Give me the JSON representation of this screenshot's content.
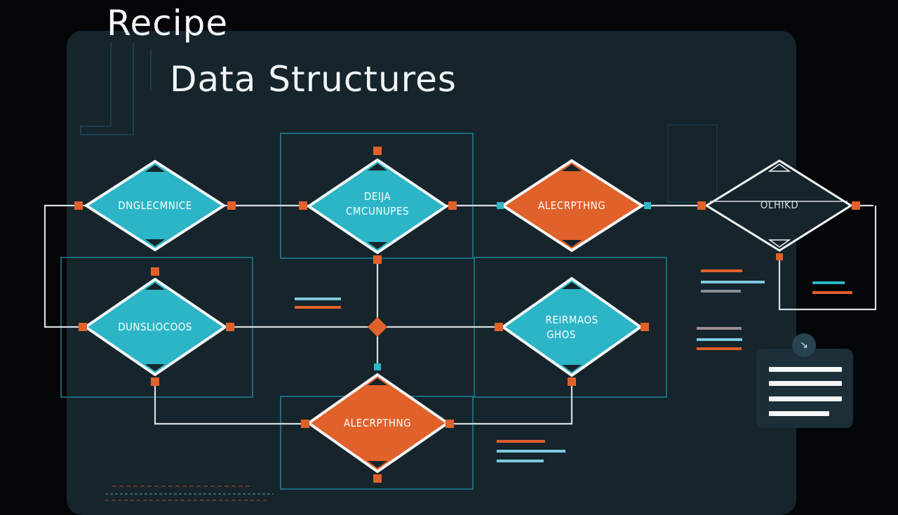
{
  "title": "Recipe",
  "subtitle": "Data Structures",
  "nodes": [
    {
      "id": "n1",
      "label": "DNGLECMNICE"
    },
    {
      "id": "n2",
      "label_line1": "DEIJA",
      "label_line2": "CMCUNUPES"
    },
    {
      "id": "n3",
      "label": "ALECRPTHNG"
    },
    {
      "id": "n4",
      "label": "OLHIKD"
    },
    {
      "id": "n5",
      "label": "DUNSLIOCOOS"
    },
    {
      "id": "n6",
      "label_line1": "REIRMAOS",
      "label_line2": "GHOS"
    },
    {
      "id": "n7",
      "label": "ALECRPTHNG"
    }
  ],
  "colors": {
    "background": "#030506",
    "panel": "#16242c",
    "teal": "#2bb5c6",
    "orange": "#e0612a",
    "connector": "#d8dde0",
    "box_outline": "#1f7d92"
  },
  "icons": {
    "clipboard": "clipboard-icon",
    "pin": "pin-icon"
  }
}
